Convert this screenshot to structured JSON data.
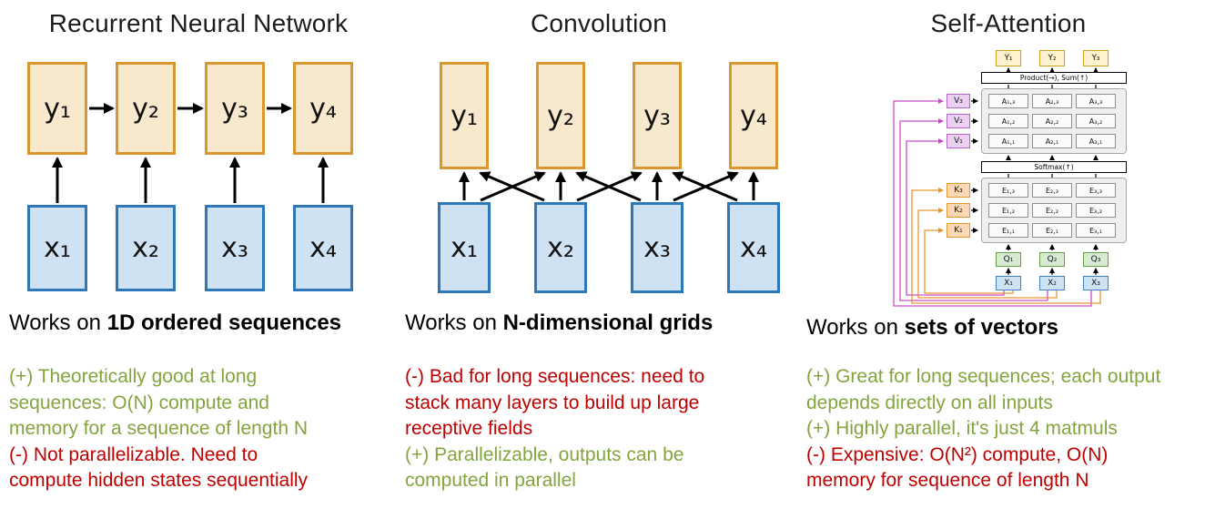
{
  "colors": {
    "green_text": "#82a53e",
    "red_text": "#bf0000",
    "output_box_fill": "#f8e9ce",
    "output_box_border": "#d9982f",
    "input_box_fill": "#cfe2f3",
    "input_box_border": "#2e78b8",
    "magenta_line": "#cc4ccc",
    "orange_line": "#e6962e"
  },
  "columns": [
    {
      "title": "Recurrent Neural Network",
      "works_on_prefix": "Works on ",
      "works_on_bold": "1D ordered sequences",
      "notes": [
        {
          "sign": "plus",
          "text": "(+) Theoretically good at long sequences: O(N) compute and memory for a sequence of length N"
        },
        {
          "sign": "minus",
          "text": "(-) Not parallelizable. Need to compute hidden states sequentially"
        }
      ]
    },
    {
      "title": "Convolution",
      "works_on_prefix": "Works on ",
      "works_on_bold": "N-dimensional grids",
      "notes": [
        {
          "sign": "minus",
          "text": "(-) Bad for long sequences: need to stack many layers to build up large receptive fields"
        },
        {
          "sign": "plus",
          "text": "(+) Parallelizable, outputs can be computed in parallel"
        }
      ]
    },
    {
      "title": "Self-Attention",
      "works_on_prefix": "Works on ",
      "works_on_bold": "sets of vectors",
      "notes": [
        {
          "sign": "plus",
          "text": "(+) Great for long sequences; each output depends directly on all inputs"
        },
        {
          "sign": "plus",
          "text": "(+) Highly parallel, it's just 4 matmuls"
        },
        {
          "sign": "minus",
          "text": "(-) Expensive: O(N²) compute, O(N) memory for sequence of length N"
        }
      ]
    }
  ],
  "rnn": {
    "outputs": [
      "y₁",
      "y₂",
      "y₃",
      "y₄"
    ],
    "inputs": [
      "x₁",
      "x₂",
      "x₃",
      "x₄"
    ]
  },
  "conv": {
    "outputs": [
      "y₁",
      "y₂",
      "y₃",
      "y₄"
    ],
    "inputs": [
      "x₁",
      "x₂",
      "x₃",
      "x₄"
    ]
  },
  "attention": {
    "outputs": [
      "Y₁",
      "Y₂",
      "Y₃"
    ],
    "product_bar": "Product(→), Sum(↑)",
    "softmax_bar": "Softmax(↑)",
    "a_cells": [
      [
        "A₁,₃",
        "A₂,₃",
        "A₃,₃"
      ],
      [
        "A₁,₂",
        "A₂,₂",
        "A₃,₂"
      ],
      [
        "A₁,₁",
        "A₂,₁",
        "A₃,₁"
      ]
    ],
    "e_cells": [
      [
        "E₁,₃",
        "E₂,₃",
        "E₃,₃"
      ],
      [
        "E₁,₂",
        "E₂,₂",
        "E₃,₂"
      ],
      [
        "E₁,₁",
        "E₂,₁",
        "E₃,₁"
      ]
    ],
    "v_labels": [
      "V₃",
      "V₂",
      "V₁"
    ],
    "k_labels": [
      "K₃",
      "K₂",
      "K₁"
    ],
    "q_labels": [
      "Q₁",
      "Q₂",
      "Q₃"
    ],
    "x_labels": [
      "X₁",
      "X₂",
      "X₃"
    ]
  }
}
